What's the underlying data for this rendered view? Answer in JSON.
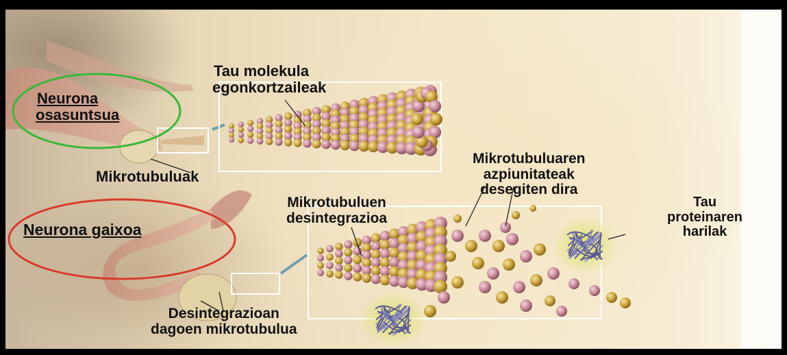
{
  "labels": {
    "tau_stabilizers": [
      "Tau molekula",
      "egonkortzaileak"
    ],
    "healthy_neuron": [
      "Neurona",
      "osasuntsua"
    ],
    "microtubules": "Mikrotubuluak",
    "sick_neuron": "Neurona gaixoa",
    "microtubule_disintegration": [
      "Mikrotubuluen",
      "desintegrazioa"
    ],
    "subunits": [
      "Mikrotubuluaren",
      "azpiunitateak",
      "desegiten dira"
    ],
    "tau_tangles": [
      "Tau",
      "proteinaren",
      "harilak"
    ],
    "disintegrating_microtubule": [
      "Desintegrazioan",
      "dagoen mikrotubulua"
    ]
  },
  "colors": {
    "healthy_ellipse": "#38b838",
    "sick_ellipse": "#d93a2b",
    "bead_gold": "#c9a23a",
    "bead_pink": "#c98a9a",
    "tangle": "#6b6aa0"
  }
}
